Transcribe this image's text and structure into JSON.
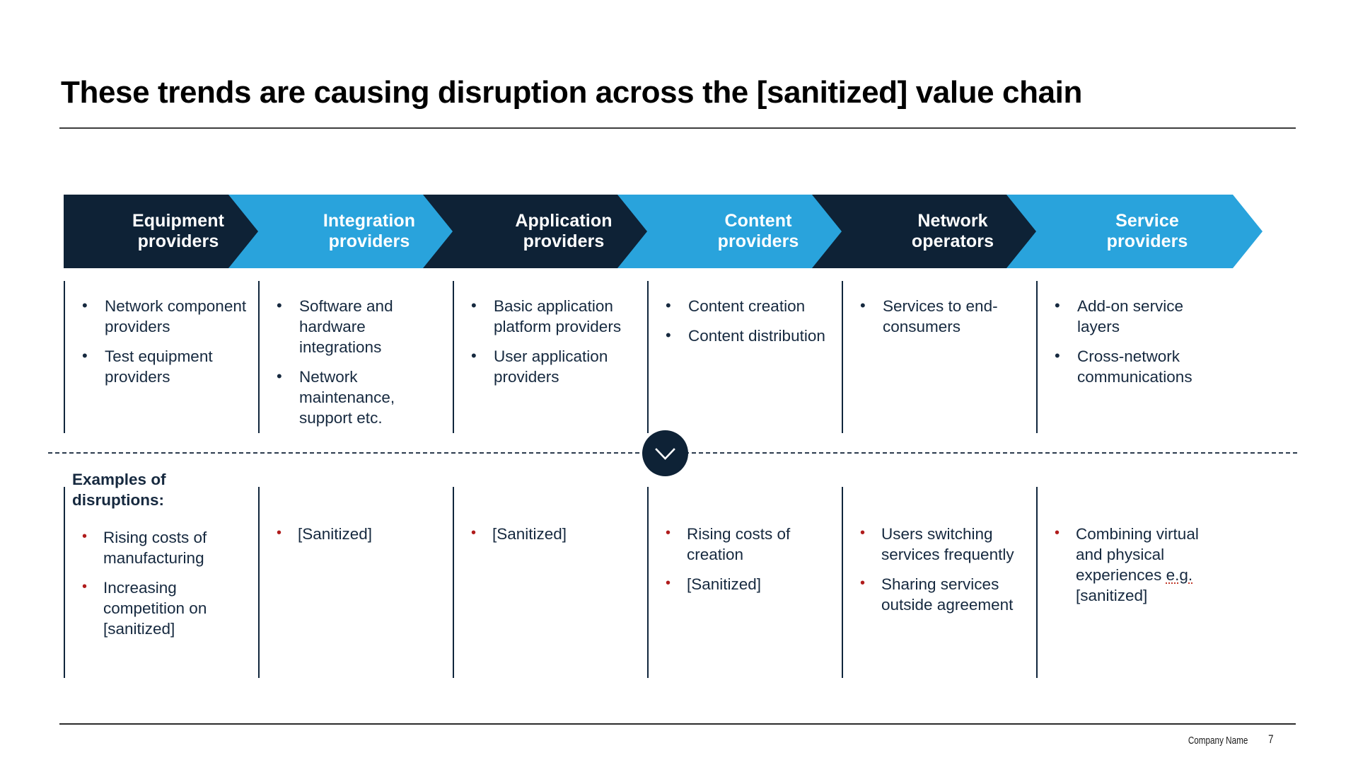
{
  "slide": {
    "title": "These trends are causing disruption across the [sanitized] value chain",
    "page_number": "7",
    "company": "Company Name",
    "examples_heading": "Examples of disruptions:",
    "colors": {
      "navy": "#0e2236",
      "blue": "#29a3dc",
      "text_navy": "#16293f",
      "bullet_red": "#b01c1c",
      "white": "#ffffff"
    }
  },
  "stages": [
    {
      "id": "equipment-providers",
      "label_line1": "Equipment",
      "label_line2": "providers",
      "style": "dark",
      "upper_bullets": [
        "Network component providers",
        "Test equipment providers"
      ],
      "lower_bullets": [
        "Rising costs of manufacturing",
        "Increasing competition on [sanitized]"
      ]
    },
    {
      "id": "integration-providers",
      "label_line1": "Integration",
      "label_line2": "providers",
      "style": "blue",
      "upper_bullets": [
        "Software and hardware integrations",
        "Network maintenance, support etc."
      ],
      "lower_bullets": [
        "[Sanitized]"
      ]
    },
    {
      "id": "application-providers",
      "label_line1": "Application",
      "label_line2": "providers",
      "style": "dark",
      "upper_bullets": [
        "Basic application platform providers",
        "User application providers"
      ],
      "lower_bullets": [
        "[Sanitized]"
      ]
    },
    {
      "id": "content-providers",
      "label_line1": "Content",
      "label_line2": "providers",
      "style": "blue",
      "upper_bullets": [
        "Content creation",
        "Content distribution"
      ],
      "lower_bullets": [
        "Rising costs of creation",
        "[Sanitized]"
      ]
    },
    {
      "id": "network-operators",
      "label_line1": "Network",
      "label_line2": "operators",
      "style": "dark",
      "upper_bullets": [
        "Services to end-consumers"
      ],
      "lower_bullets": [
        "Users switching services frequently",
        "Sharing services outside agreement"
      ]
    },
    {
      "id": "service-providers",
      "label_line1": "Service",
      "label_line2": "providers",
      "style": "blue",
      "upper_bullets": [
        "Add-on service layers",
        "Cross-network communications"
      ],
      "lower_bullets": [
        "Combining virtual and physical experiences e.g. [sanitized]"
      ]
    }
  ],
  "icons": {
    "divider_badge": "chevron-down-icon"
  }
}
